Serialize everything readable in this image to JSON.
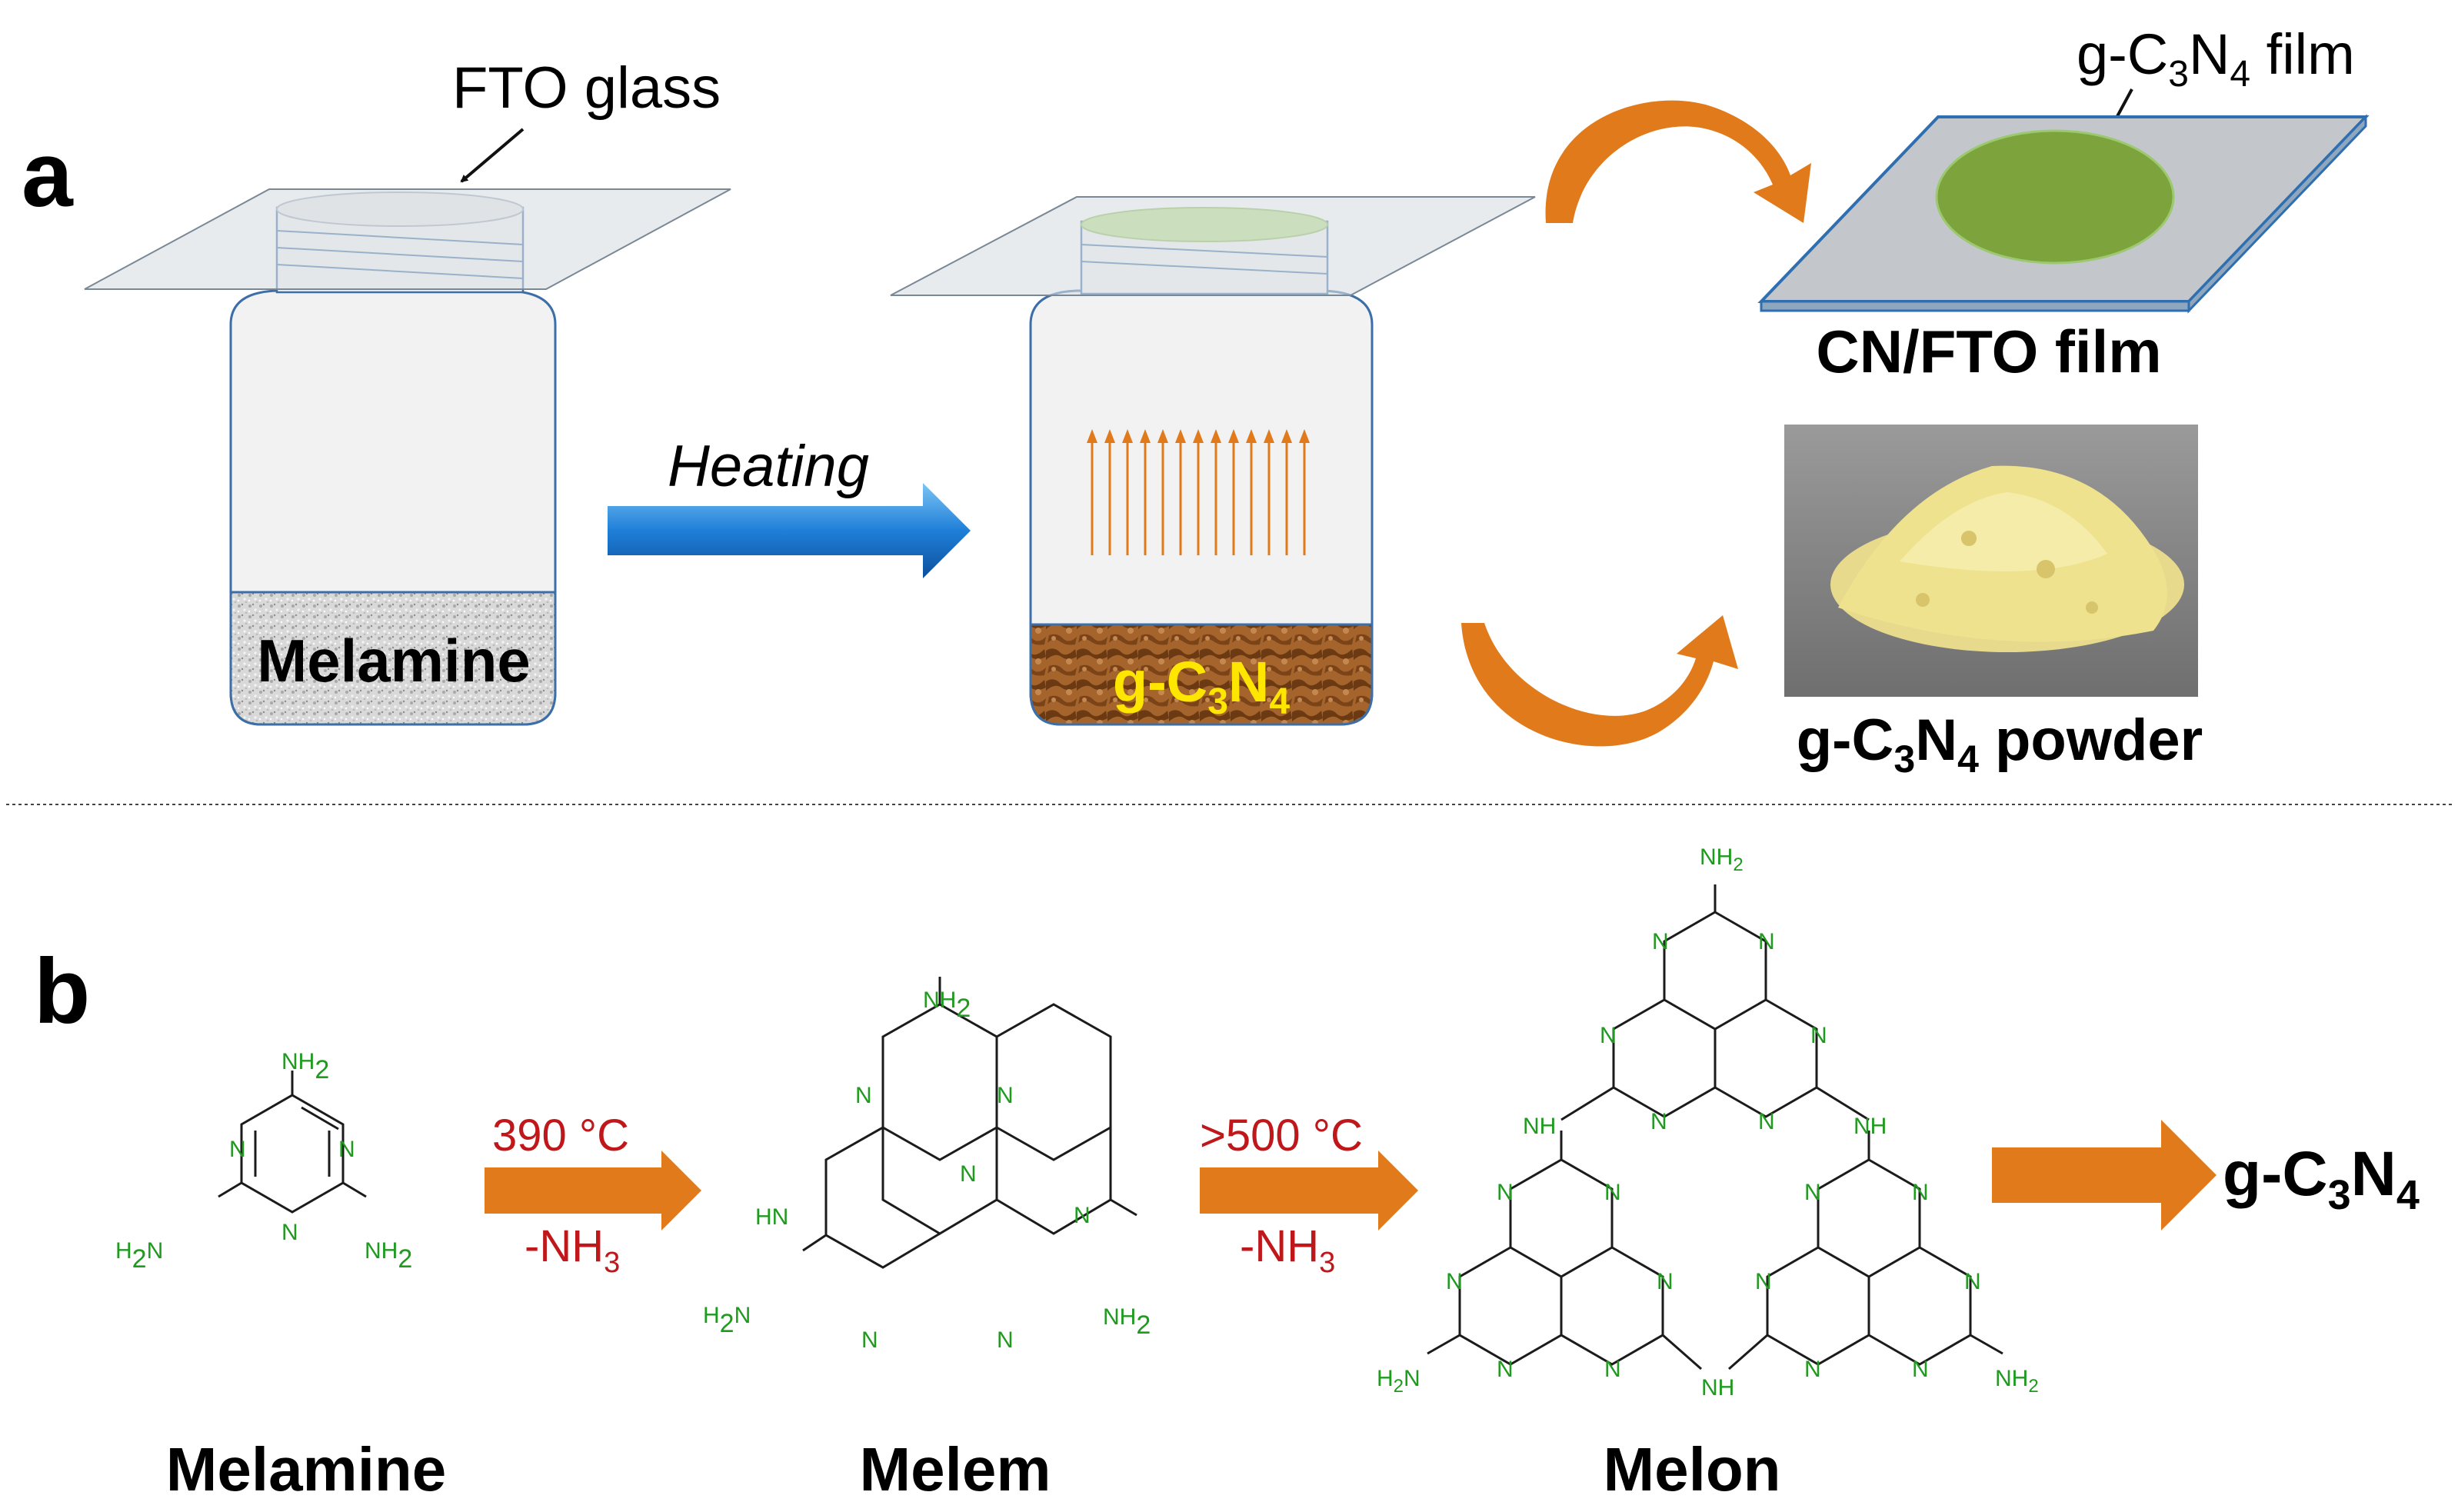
{
  "panel_a": {
    "label": "a",
    "fto_label": "FTO glass",
    "heating_label": "Heating",
    "melamine_label": "Melamine",
    "product_prefix": "g-C",
    "product_sub1": "3",
    "product_n": "N",
    "product_sub2": "4",
    "film_prefix": "g-C",
    "film_sub1": "3",
    "film_n": "N",
    "film_sub2": "4",
    "film_suffix": " film",
    "cnfto_label": "CN/FTO film",
    "powder_prefix": "g-C",
    "powder_sub1": "3",
    "powder_n": "N",
    "powder_sub2": "4",
    "powder_suffix": " powder"
  },
  "panel_b": {
    "label": "b",
    "step1_temp": "390 °C",
    "step1_gas": "-NH",
    "step1_gas_sub": "3",
    "step2_temp": ">500 °C",
    "step2_gas": "-NH",
    "step2_gas_sub": "3",
    "melamine_name": "Melamine",
    "melem_name": "Melem",
    "melon_name": "Melon",
    "final_prefix": "g-C",
    "final_sub1": "3",
    "final_n": "N",
    "final_sub2": "4",
    "atom_N": "N",
    "atom_NH2": "NH",
    "atom_H2N": "H",
    "atom_HN": "HN",
    "atom_NH": "NH",
    "sub_2": "2"
  },
  "colors": {
    "orange": "#e07a1a",
    "blue_arrow": "#1f7fd8",
    "film_green": "#7da33d",
    "product_yellow": "#ffe600",
    "chem_green": "#1f9a1f",
    "temp_red": "#c0171b"
  }
}
